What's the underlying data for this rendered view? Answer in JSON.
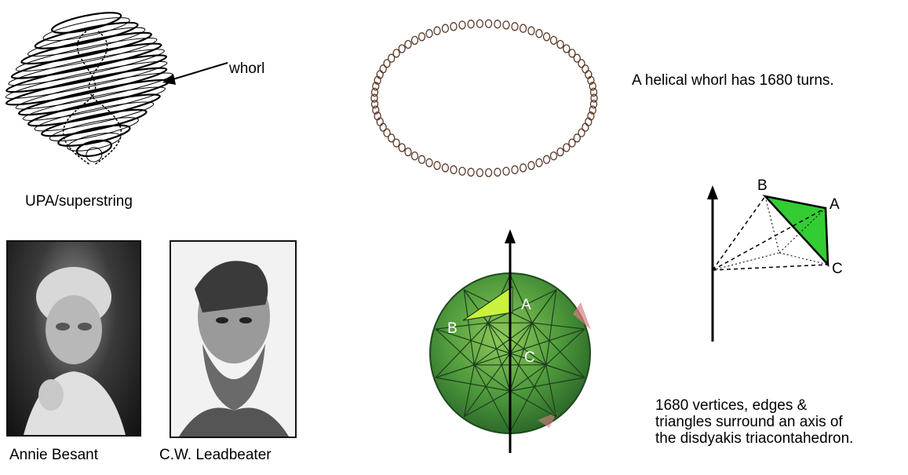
{
  "upa": {
    "arrow_label": "whorl",
    "caption": "UPA/superstring"
  },
  "helix": {
    "caption": "A helical whorl has 1680 turns."
  },
  "photos": {
    "left_caption": "Annie Besant",
    "right_caption": "C.W. Leadbeater"
  },
  "polyhedron": {
    "vertex_a": "A",
    "vertex_b": "B",
    "vertex_c": "C"
  },
  "triangle": {
    "vertex_a": "A",
    "vertex_b": "B",
    "vertex_c": "C",
    "caption_lines": [
      "1680 vertices, edges &",
      "triangles surround an axis of",
      "the disdyakis triacontahedron."
    ]
  },
  "colors": {
    "polyhedron_green": "#4f9a3c",
    "highlight_face": "#c8f23c",
    "triangle_fill": "#33cc33"
  }
}
